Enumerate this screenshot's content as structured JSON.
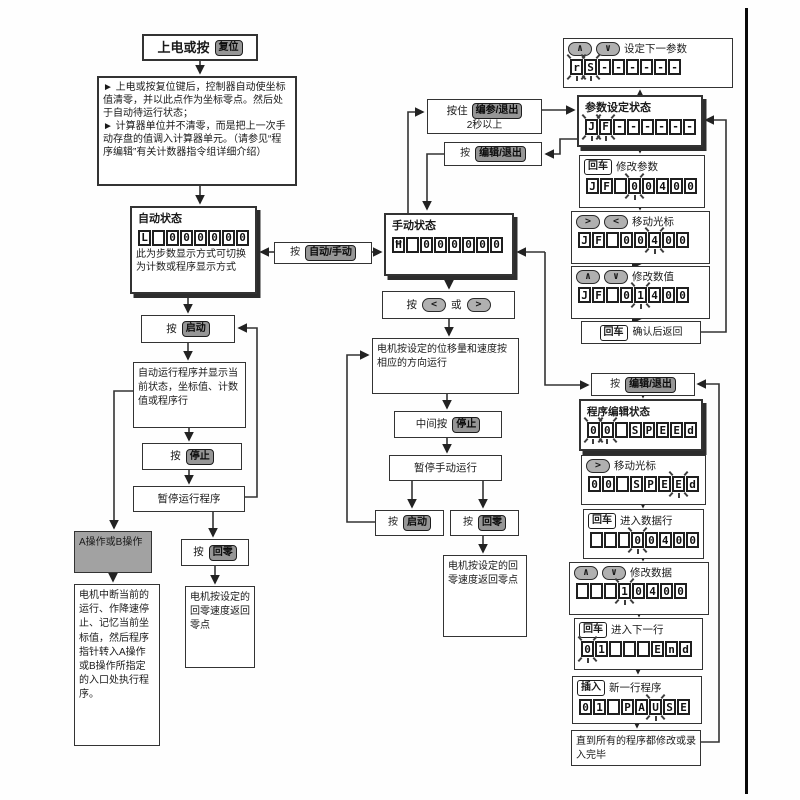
{
  "flow": {
    "power_title": {
      "prefix": "上电或按",
      "key": "复位"
    },
    "note1": {
      "p1": "►  上电或按复位键后，控制器自动使坐标值清零，并以此点作为坐标零点。然后处于自动待运行状态；",
      "p2": "►  计算器单位并不清零，而是把上一次手动存盘的值调入计算器单元。（请参见“程序编辑”有关计数器指令组详细介绍）"
    },
    "auto_state": {
      "title": "自动状态",
      "note": "此为步数显示方式可切换为计数或程序显示方式",
      "display": {
        "cells": [
          "L",
          "",
          "0",
          "0",
          "0",
          "0",
          "0",
          "0"
        ],
        "flash": []
      }
    },
    "press_start1": {
      "prefix": "按",
      "key": "启动"
    },
    "auto_run": {
      "text": "自动运行程序并显示当前状态，坐标值、计数值或程序行"
    },
    "press_stop1": {
      "prefix": "按",
      "key": "停止"
    },
    "paused_prog": {
      "text": "暂停运行程序"
    },
    "ab_op": {
      "text": "A操作或B操作"
    },
    "motor_interrupt": {
      "text": "电机中断当前的运行、作降速停止、记忆当前坐标值，然后程序指针转入A操作或B操作所指定的入口处执行程序。"
    },
    "press_zero1": {
      "prefix": "按",
      "key": "回零"
    },
    "motor_zero_left": {
      "text": "电机按设定的回零速度返回零点"
    },
    "press_auto_manual": {
      "prefix": "按",
      "key": "自动/手动"
    },
    "manual_state": {
      "title": "手动状态",
      "display": {
        "cells": [
          "Ħ",
          "",
          "0",
          "0",
          "0",
          "0",
          "0",
          "0"
        ],
        "flash": []
      }
    },
    "hold_edit_param": {
      "prefix": "按住",
      "key": "编参/退出",
      "line2": "2秒以上"
    },
    "press_edit_exit1": {
      "prefix": "按",
      "key": "编辑/退出"
    },
    "press_lt_gt": {
      "prefix": "按",
      "key_left": "<",
      "mid": "或",
      "key_right": ">"
    },
    "motor_move": {
      "text": "电机按设定的位移量和速度按相应的方向运行"
    },
    "mid_stop": {
      "prefix": "中间按",
      "key": "停止"
    },
    "pause_manual": {
      "text": "暂停手动运行"
    },
    "press_start2": {
      "prefix": "按",
      "key": "启动"
    },
    "press_zero2": {
      "prefix": "按",
      "key": "回零"
    },
    "motor_zero_mid": {
      "text": "电机按设定的回零速度返回零点"
    },
    "set_next_param": {
      "key_up": "∧",
      "key_down": "∨",
      "label": "设定下一参数",
      "display": {
        "cells": [
          "r",
          "S",
          "-",
          "-",
          "-",
          "-",
          "-",
          "-"
        ],
        "flash": [
          0,
          1
        ]
      }
    },
    "param_state": {
      "title": "参数设定状态",
      "display": {
        "cells": [
          "J",
          "F",
          "-",
          "-",
          "-",
          "-",
          "-",
          "-"
        ],
        "flash": [
          0,
          1
        ]
      }
    },
    "enter_modify": {
      "key": "回车",
      "label": "修改参数",
      "display": {
        "cells": [
          "J",
          "F",
          "",
          "0",
          "0",
          "4",
          "0",
          "0"
        ],
        "flash": [
          3
        ]
      }
    },
    "move_cursor_param": {
      "key_right": ">",
      "key_left": "<",
      "label": "移动光标",
      "display": {
        "cells": [
          "J",
          "F",
          "",
          "0",
          "0",
          "4",
          "0",
          "0"
        ],
        "flash": [
          5
        ]
      }
    },
    "modify_value": {
      "key_up": "∧",
      "key_down": "∨",
      "label": "修改数值",
      "display": {
        "cells": [
          "J",
          "F",
          "",
          "0",
          "1",
          "4",
          "0",
          "0"
        ],
        "flash": [
          4
        ]
      }
    },
    "confirm_return": {
      "key": "回车",
      "label": "确认后返回"
    },
    "press_edit_exit2": {
      "prefix": "按",
      "key": "编辑/退出"
    },
    "prog_edit_state": {
      "title": "程序编辑状态",
      "display": {
        "cells": [
          "0",
          "0",
          "",
          "S",
          "P",
          "E",
          "E",
          "d"
        ],
        "flash": [
          0,
          1
        ]
      }
    },
    "move_cursor_edit": {
      "key": ">",
      "label": "移动光标",
      "display": {
        "cells": [
          "0",
          "0",
          "",
          "S",
          "P",
          "E",
          "E",
          "d"
        ],
        "flash": [
          6
        ]
      }
    },
    "enter_data_row": {
      "key": "回车",
      "label": "进入数据行",
      "display": {
        "cells": [
          "",
          "",
          "",
          "0",
          "0",
          "4",
          "0",
          "0"
        ],
        "flash": [
          3
        ]
      }
    },
    "modify_data": {
      "key_up": "∧",
      "key_down": "∨",
      "label": "修改数据",
      "display": {
        "cells": [
          "",
          "",
          "",
          "1",
          "0",
          "4",
          "0",
          "0"
        ],
        "flash": [
          3
        ]
      }
    },
    "enter_next_row": {
      "key": "回车",
      "label": "进入下一行",
      "display": {
        "cells": [
          "0",
          "1",
          "",
          "",
          "",
          "E",
          "n",
          "d"
        ],
        "flash": [
          0
        ]
      }
    },
    "insert_new_row": {
      "key": "插入",
      "label": "新一行程序",
      "display": {
        "cells": [
          "0",
          "1",
          "",
          "P",
          "A",
          "U",
          "S",
          "E"
        ],
        "flash": [
          5
        ]
      }
    },
    "until_done": {
      "text": "直到所有的程序都修改或录入完毕"
    }
  },
  "colors": {
    "ink": "#1a1a1a",
    "key_dark_bg": "#969696",
    "pill_bg": "#b0b0b0",
    "shadow": "#2d2d2d"
  }
}
